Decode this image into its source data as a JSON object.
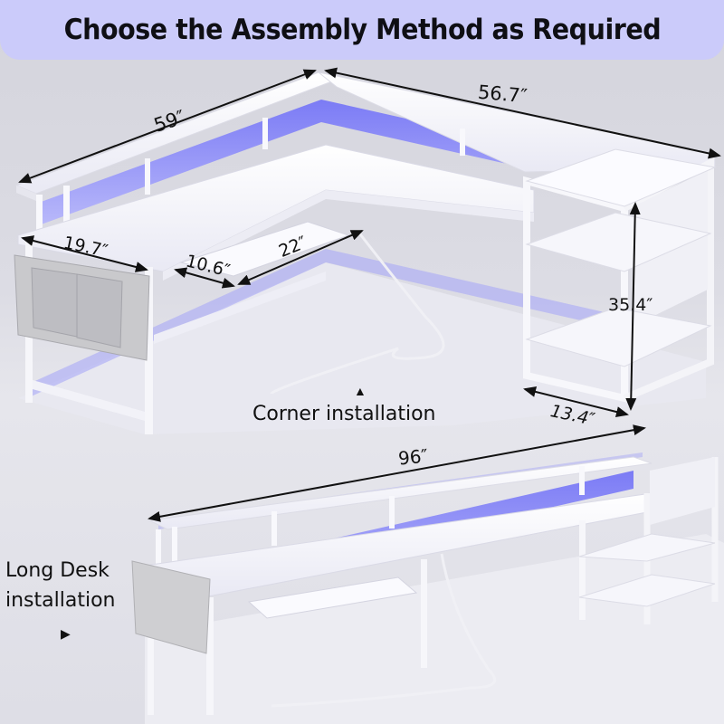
{
  "banner": {
    "title": "Choose the Assembly Method as Required",
    "background": "#cbcbfa"
  },
  "corner_installation": {
    "label": "Corner installation",
    "pointer_icon": "triangle-up-icon",
    "dimensions": {
      "left_length": "59″",
      "right_length": "56.7″",
      "storage_bag_width": "19.7″",
      "keyboard_tray_depth": "10.6″",
      "keyboard_tray_width": "22″",
      "height": "35.4″",
      "shelf_depth": "13.4″"
    }
  },
  "long_desk_installation": {
    "label_line1": "Long Desk",
    "label_line2": "installation",
    "pointer_icon": "triangle-right-icon",
    "dimensions": {
      "total_length": "96″"
    }
  },
  "colors": {
    "led_glow": "#7b7bf5",
    "desk_white": "#f4f4f8",
    "storage_bag_gray": "#c9c9cc",
    "text": "#111111"
  }
}
